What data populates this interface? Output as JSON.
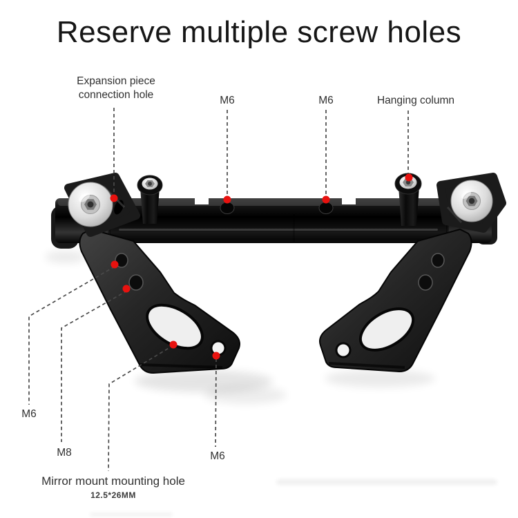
{
  "title": "Reserve multiple screw holes",
  "figure": {
    "description": "Black aluminum handlebar balance cross bar with multiple reserved screw holes marked by red dots and dashed leader lines",
    "callouts": {
      "expansion_hole": {
        "label": "Expansion piece connection hole"
      },
      "m6_top_left": {
        "label": "M6"
      },
      "m6_top_right": {
        "label": "M6"
      },
      "hanging_column": {
        "label": "Hanging column"
      },
      "m6_side": {
        "label": "M6"
      },
      "m8": {
        "label": "M8"
      },
      "m6_bottom": {
        "label": "M6"
      },
      "mirror_mount": {
        "label": "Mirror mount mounting hole",
        "size": "12.5*26MM"
      }
    },
    "colors": {
      "marker_red": "#e8120f",
      "leader_line": "#4a4a4a",
      "metal_dark": "#141414",
      "silver": "#e2e2e2",
      "background": "#ffffff"
    }
  }
}
